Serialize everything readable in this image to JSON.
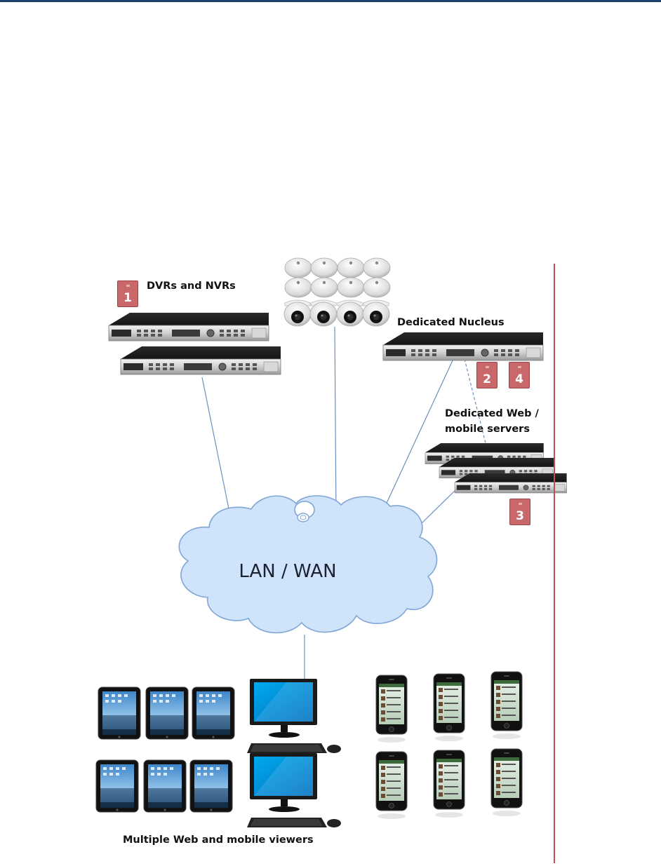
{
  "labels": {
    "dvrs": "DVRs and NVRs",
    "nucleus": "Dedicated Nucleus",
    "web_servers_line1": "Dedicated Web /",
    "web_servers_line2": "mobile servers",
    "network": "LAN / WAN",
    "viewers": "Multiple Web and mobile viewers"
  },
  "badges": {
    "b1": "1",
    "b2": "2",
    "b3": "3",
    "b4": "4"
  },
  "colors": {
    "badge": "#c9686b",
    "divider": "#b85450",
    "cloud": "#cfe3fb",
    "link": "#6c8fbf",
    "top_rule": "#1f3f6e"
  },
  "icons": [
    "rack-server-icon",
    "dome-camera-icon",
    "cloud-icon",
    "tablet-icon",
    "desktop-monitor-icon",
    "keyboard-icon",
    "mouse-icon",
    "smartphone-icon"
  ]
}
